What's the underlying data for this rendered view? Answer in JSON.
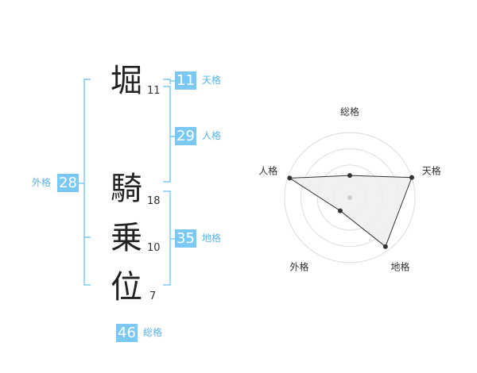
{
  "chart_data": {
    "type": "radar",
    "axes": [
      "総格",
      "天格",
      "地格",
      "外格",
      "人格"
    ],
    "values": [
      0.34,
      1.0,
      0.93,
      0.25,
      0.97
    ],
    "series_color": "#333333",
    "fill_color": "#eeeeee",
    "grid_color": "#dddddd"
  },
  "name": {
    "chars": [
      {
        "char": "堀",
        "strokes": "11"
      },
      {
        "char": "騎",
        "strokes": "18"
      },
      {
        "char": "乗",
        "strokes": "10"
      },
      {
        "char": "位",
        "strokes": "7"
      }
    ]
  },
  "kakusu": {
    "tenkaku": {
      "value": "11",
      "label": "天格"
    },
    "jinkaku": {
      "value": "29",
      "label": "人格"
    },
    "chikaku": {
      "value": "35",
      "label": "地格"
    },
    "gaikaku": {
      "value": "28",
      "label": "外格"
    },
    "soukaku": {
      "value": "46",
      "label": "総格"
    }
  },
  "colors": {
    "accent": "#7cc8f5",
    "label": "#59b4e8"
  }
}
